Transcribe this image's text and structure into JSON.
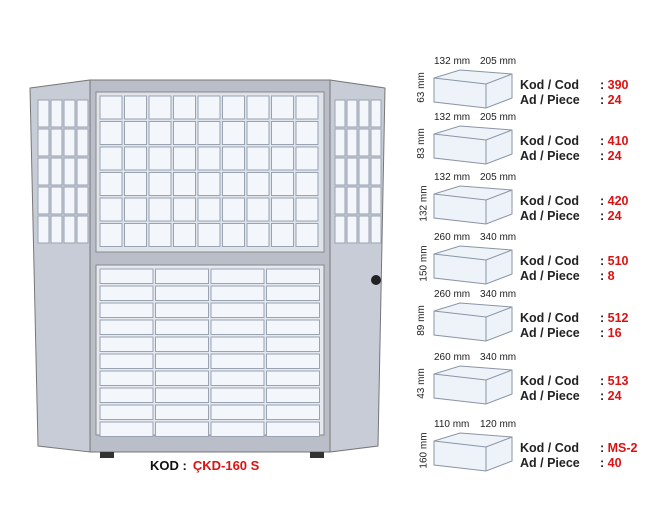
{
  "cabinet": {
    "caption_label": "KOD :",
    "caption_code": "ÇKD-160 S"
  },
  "products": [
    {
      "w": "132 mm",
      "d": "205 mm",
      "h": "63 mm",
      "kod_label": "Kod / Cod",
      "kod": "390",
      "ad_label": "Ad / Piece",
      "ad": "24"
    },
    {
      "w": "132 mm",
      "d": "205 mm",
      "h": "83 mm",
      "kod_label": "Kod / Cod",
      "kod": "410",
      "ad_label": "Ad / Piece",
      "ad": "24"
    },
    {
      "w": "132 mm",
      "d": "205 mm",
      "h": "132 mm",
      "kod_label": "Kod / Cod",
      "kod": "420",
      "ad_label": "Ad / Piece",
      "ad": "24"
    },
    {
      "w": "260 mm",
      "d": "340 mm",
      "h": "150 mm",
      "kod_label": "Kod / Cod",
      "kod": "510",
      "ad_label": "Ad / Piece",
      "ad": "8"
    },
    {
      "w": "260 mm",
      "d": "340 mm",
      "h": "89 mm",
      "kod_label": "Kod / Cod",
      "kod": "512",
      "ad_label": "Ad / Piece",
      "ad": "16"
    },
    {
      "w": "260 mm",
      "d": "340 mm",
      "h": "43 mm",
      "kod_label": "Kod / Cod",
      "kod": "513",
      "ad_label": "Ad / Piece",
      "ad": "24"
    },
    {
      "w": "110 mm",
      "d": "120 mm",
      "h": "160 mm",
      "kod_label": "Kod / Cod",
      "kod": "MS-2",
      "ad_label": "Ad / Piece",
      "ad": "40"
    }
  ],
  "colors": {
    "accent": "#d11111",
    "cabinet": "#c8ccd6",
    "bin": "#e8eef6"
  }
}
